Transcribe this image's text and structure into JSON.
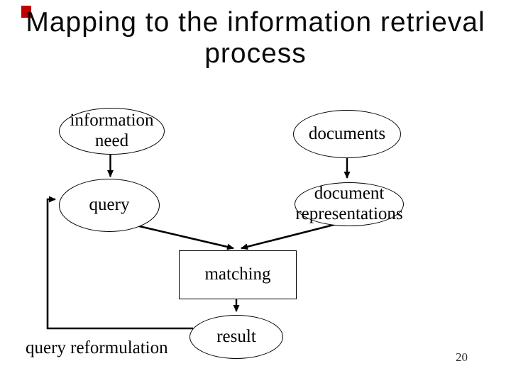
{
  "slide": {
    "title": {
      "line1": "Mapping to the information retrieval",
      "line2": "process"
    },
    "page_number": "20",
    "accent_color": "#c00000",
    "background_color": "#ffffff"
  },
  "diagram": {
    "nodes": {
      "information_need": {
        "label": "information need",
        "shape": "ellipse"
      },
      "documents": {
        "label": "documents",
        "shape": "ellipse"
      },
      "query": {
        "label": "query",
        "shape": "ellipse"
      },
      "document_representations": {
        "label": "document representations",
        "shape": "ellipse"
      },
      "matching": {
        "label": "matching",
        "shape": "rectangle"
      },
      "result": {
        "label": "result",
        "shape": "ellipse"
      },
      "query_reformulation": {
        "label": "query reformulation",
        "shape": "plain-text"
      }
    },
    "edges": [
      {
        "from": "information_need",
        "to": "query",
        "style": "arrow"
      },
      {
        "from": "documents",
        "to": "document_representations",
        "style": "arrow"
      },
      {
        "from": "query",
        "to": "matching",
        "style": "arrow"
      },
      {
        "from": "document_representations",
        "to": "matching",
        "style": "arrow"
      },
      {
        "from": "matching",
        "to": "result",
        "style": "arrow"
      },
      {
        "from": "result",
        "to": "query",
        "label_node": "query_reformulation",
        "style": "feedback-arrow"
      }
    ],
    "line_color": "#000000"
  }
}
